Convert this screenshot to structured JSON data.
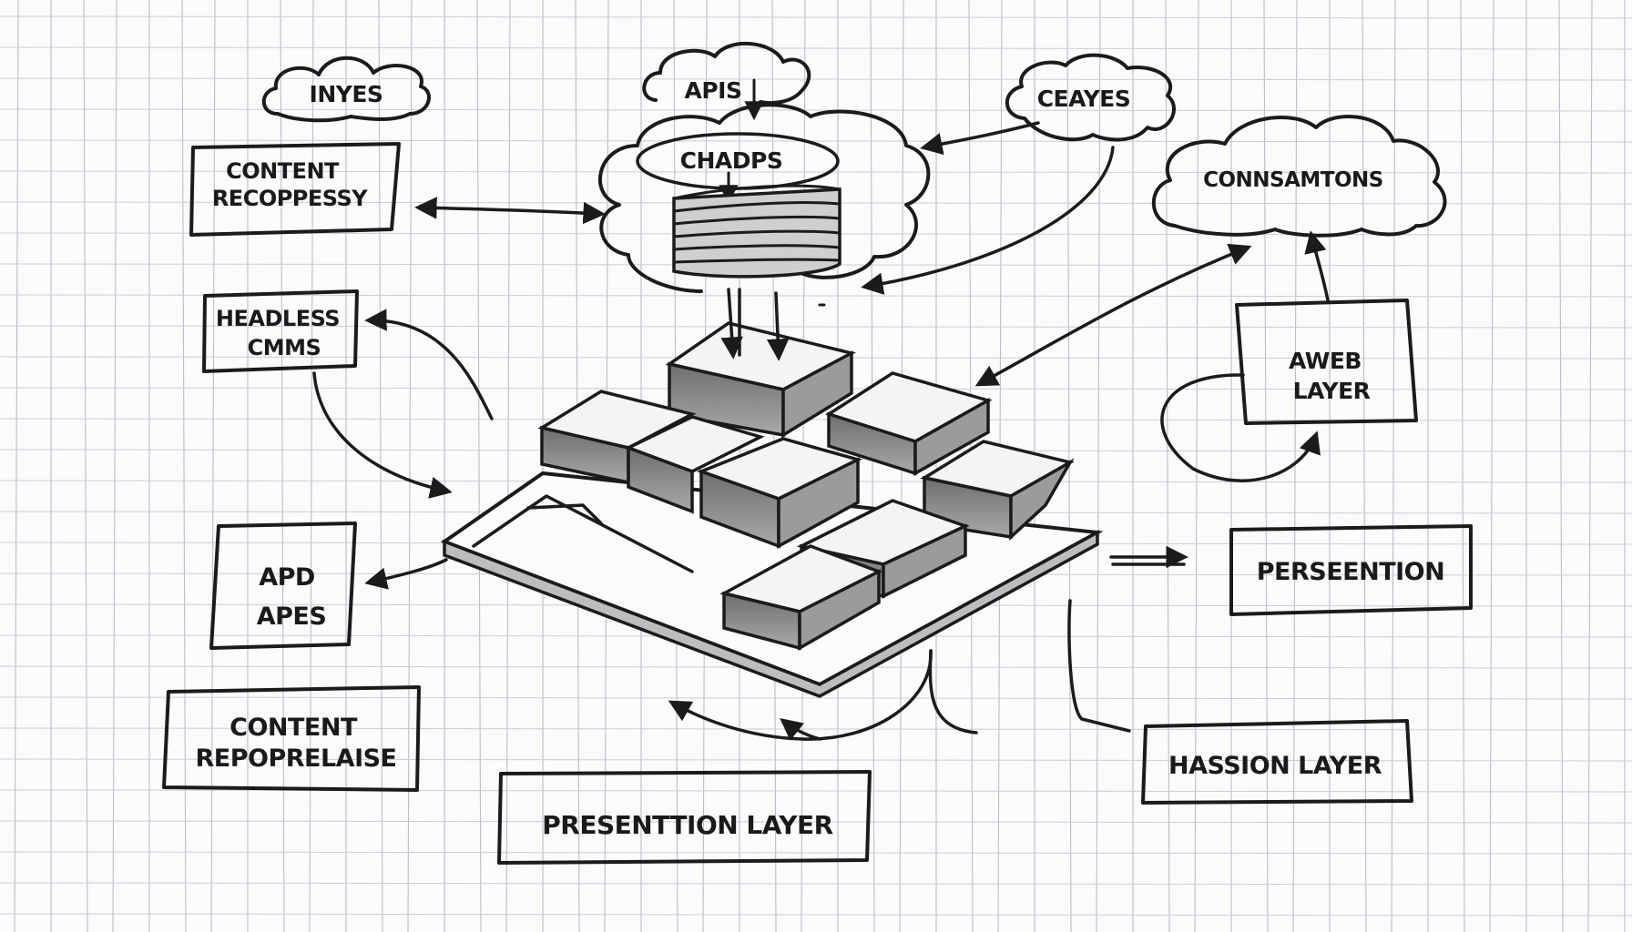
{
  "diagram": {
    "clouds": {
      "inyes": "INYES",
      "apis": "APIS",
      "chadps": "CHADPS",
      "ceayes": "CEAYES",
      "consumption": "CONNSAMTONS"
    },
    "boxes": {
      "content_repository": [
        "CONTENT",
        "RECOPPESSY"
      ],
      "headless_cms": [
        "HEADLESS",
        "CMMS"
      ],
      "apd_apes": [
        "APD",
        "APES"
      ],
      "content_reporelaise": [
        "CONTENT",
        "REPOPRELAISE"
      ],
      "presentation_layer": "PRESENTTION LAYER",
      "web_layer": [
        "AWEB",
        "LAYER"
      ],
      "perseention": "PERSEENTION",
      "hassion_layer": "HASSION LAYER"
    },
    "colors": {
      "paper": "#fbfbfc",
      "grid": "#b9bcc8",
      "ink": "#1b1b1b",
      "block_shade": "#8d8d8d"
    }
  }
}
